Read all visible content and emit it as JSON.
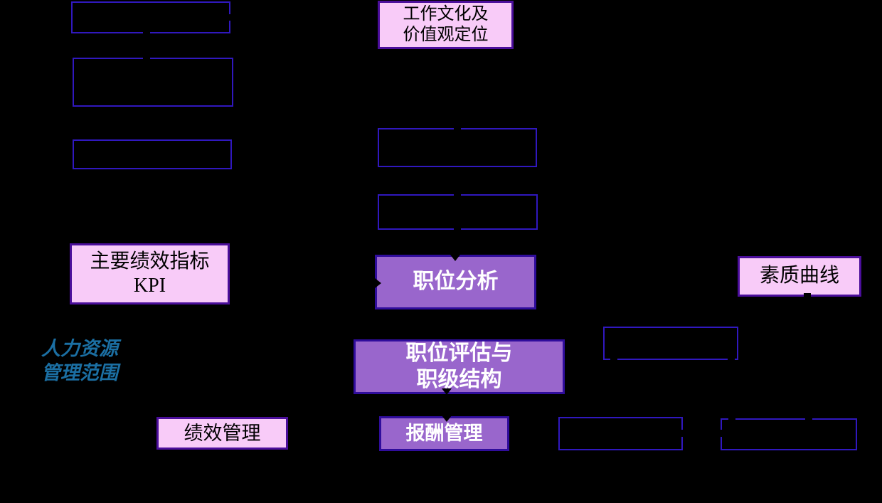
{
  "diagram": {
    "scope_label": "人力资源\n管理范围",
    "nodes": {
      "work_culture": {
        "label": "工作文化及\n价值观定位"
      },
      "kpi": {
        "label": "主要绩效指标\nKPI"
      },
      "job_analysis": {
        "label": "职位分析"
      },
      "quality_curve": {
        "label": "素质曲线"
      },
      "job_evaluation": {
        "label": "职位评估与\n职级结构"
      },
      "performance_mgmt": {
        "label": "绩效管理"
      },
      "compensation_mgmt": {
        "label": "报酬管理"
      }
    },
    "colors": {
      "background": "#000000",
      "pink_fill": "#F8CBF8",
      "purple_fill": "#9966CC",
      "pink_border": "#4B0E9B",
      "purple_border": "#300D9C",
      "empty_border": "#3018BE",
      "scope_text": "#1B6FA3"
    }
  }
}
